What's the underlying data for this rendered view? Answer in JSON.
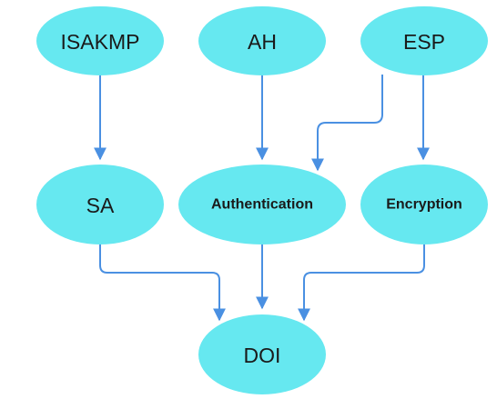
{
  "colors": {
    "node_fill": "#66E8F0",
    "edge": "#4A90E2"
  },
  "nodes": {
    "isakmp": "ISAKMP",
    "ah": "AH",
    "esp": "ESP",
    "sa": "SA",
    "authentication": "Authentication",
    "encryption": "Encryption",
    "doi": "DOI"
  },
  "edges": [
    {
      "from": "ISAKMP",
      "to": "SA"
    },
    {
      "from": "AH",
      "to": "Authentication"
    },
    {
      "from": "ESP",
      "to": "Authentication"
    },
    {
      "from": "ESP",
      "to": "Encryption"
    },
    {
      "from": "SA",
      "to": "DOI"
    },
    {
      "from": "Authentication",
      "to": "DOI"
    },
    {
      "from": "Encryption",
      "to": "DOI"
    }
  ]
}
